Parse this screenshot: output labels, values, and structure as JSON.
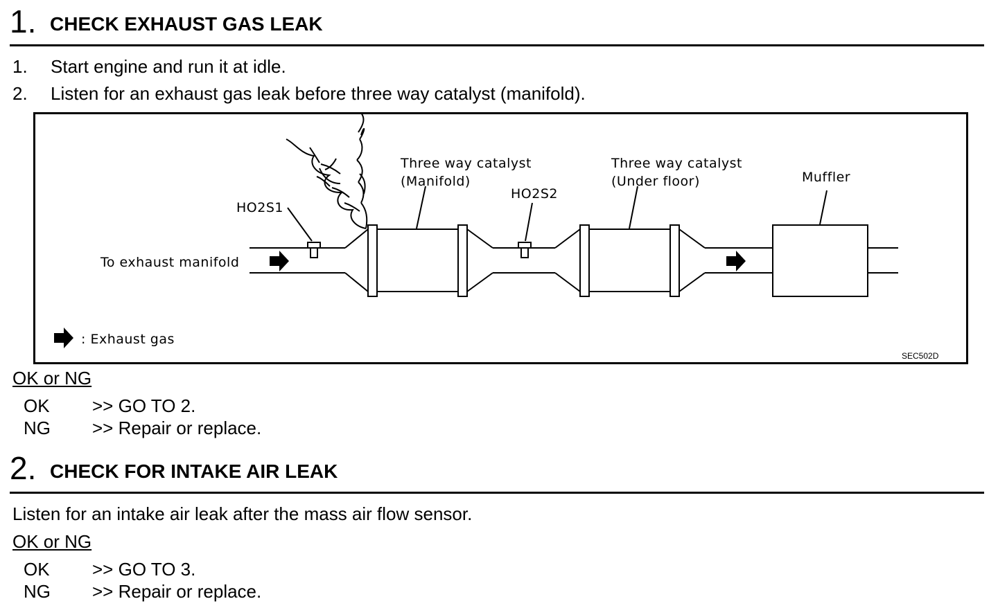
{
  "step1": {
    "number": "1.",
    "title": "CHECK EXHAUST GAS LEAK",
    "items": [
      {
        "num": "1.",
        "text": "Start engine and run it at idle."
      },
      {
        "num": "2.",
        "text": "Listen for an exhaust gas leak before three way catalyst (manifold)."
      }
    ],
    "okng_heading": "OK or NG",
    "results": [
      {
        "key": "OK",
        "action": ">> GO TO 2."
      },
      {
        "key": "NG",
        "action": ">> Repair or replace."
      }
    ]
  },
  "diagram": {
    "labels": {
      "to_exhaust_manifold": "To exhaust manifold",
      "ho2s1": "HO2S1",
      "ho2s2": "HO2S2",
      "twc_manifold_line1": "Three way catalyst",
      "twc_manifold_line2": "(Manifold)",
      "twc_underfloor_line1": "Three way catalyst",
      "twc_underfloor_line2": "(Under floor)",
      "muffler": "Muffler",
      "legend": ": Exhaust gas",
      "figure_code": "SEC502D"
    }
  },
  "step2": {
    "number": "2.",
    "title": "CHECK FOR INTAKE AIR LEAK",
    "text": "Listen for an intake air leak after the mass air flow sensor.",
    "okng_heading": "OK or NG",
    "results": [
      {
        "key": "OK",
        "action": ">> GO TO 3."
      },
      {
        "key": "NG",
        "action": ">> Repair or replace."
      }
    ]
  }
}
